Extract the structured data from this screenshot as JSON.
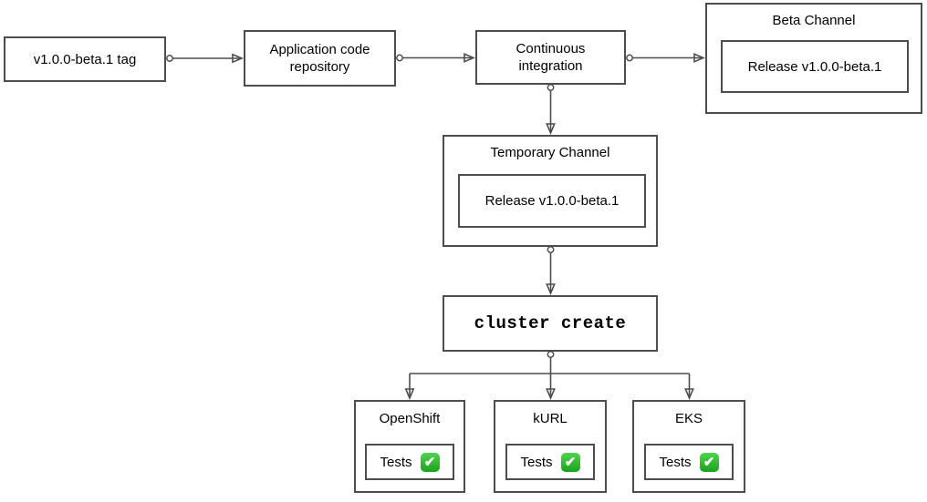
{
  "canvas": {
    "background": "#ffffff"
  },
  "colors": {
    "stroke": "#4d4d4d",
    "text": "#000000",
    "check_green_top": "#4fd44f",
    "check_green_bottom": "#1ba21b"
  },
  "nodes": {
    "tag": {
      "label": "v1.0.0-beta.1 tag"
    },
    "repo": {
      "label": "Application code repository"
    },
    "ci": {
      "label": "Continuous integration"
    },
    "beta_channel": {
      "title": "Beta Channel",
      "release_label": "Release v1.0.0-beta.1"
    },
    "temporary_channel": {
      "title": "Temporary Channel",
      "release_label": "Release v1.0.0-beta.1"
    },
    "cluster_create": {
      "label": "cluster create"
    },
    "clusters": [
      {
        "title": "OpenShift",
        "tests_label": "Tests",
        "check": "✔"
      },
      {
        "title": "kURL",
        "tests_label": "Tests",
        "check": "✔"
      },
      {
        "title": "EKS",
        "tests_label": "Tests",
        "check": "✔"
      }
    ]
  },
  "edges": [
    {
      "from": "v1.0.0-beta.1 tag",
      "to": "Application code repository"
    },
    {
      "from": "Application code repository",
      "to": "Continuous integration"
    },
    {
      "from": "Continuous integration",
      "to": "Beta Channel"
    },
    {
      "from": "Continuous integration",
      "to": "Temporary Channel"
    },
    {
      "from": "Temporary Channel",
      "to": "cluster create"
    },
    {
      "from": "cluster create",
      "to": "OpenShift"
    },
    {
      "from": "cluster create",
      "to": "kURL"
    },
    {
      "from": "cluster create",
      "to": "EKS"
    }
  ]
}
